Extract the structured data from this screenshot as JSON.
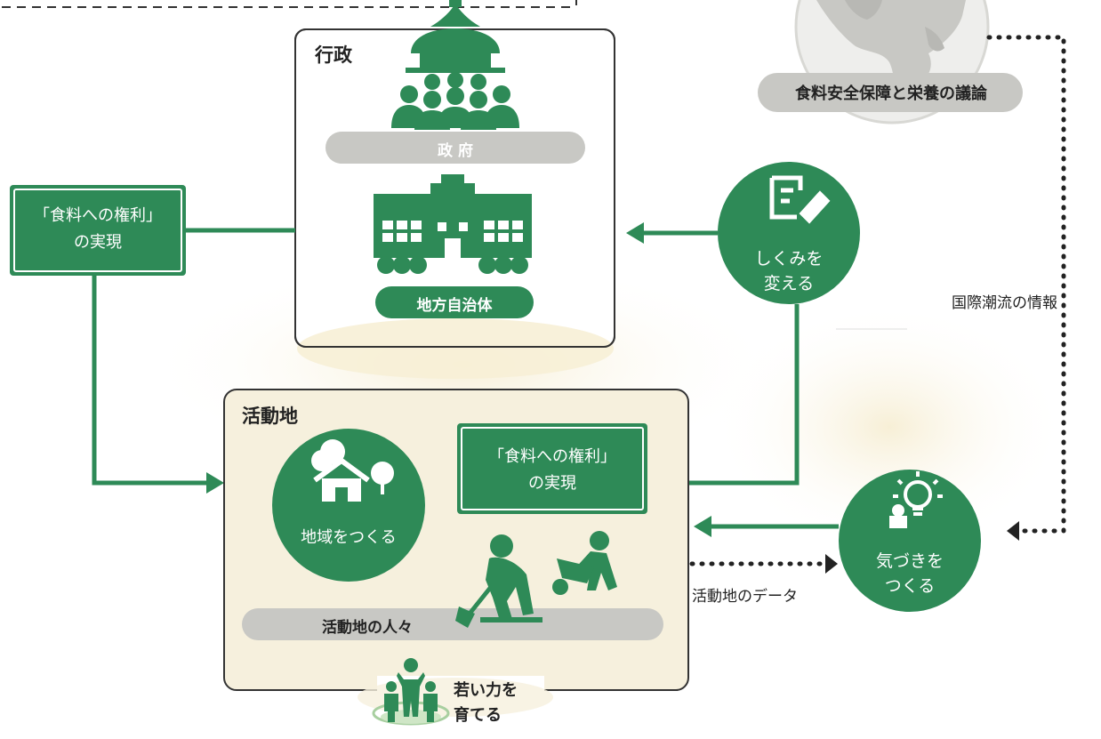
{
  "colors": {
    "green": "#2e8a57",
    "dark_green": "#1f6b41",
    "gray_bar": "#c8c8c4",
    "sand": "#f6f0dd",
    "text": "#222222"
  },
  "global": {
    "topic": "食料安全保障と栄養の議論",
    "icon": "globe-icon"
  },
  "gov_box": {
    "title": "行政",
    "government_label": "政 府",
    "government_icon": "parliament-people-icon",
    "local_label": "地方自治体",
    "local_icon": "town-hall-icon"
  },
  "left_box": {
    "line1": "「食料への権利」",
    "line2": "の実現"
  },
  "system_circle": {
    "line1": "しくみを",
    "line2": "変える",
    "icon": "document-pen-icon"
  },
  "flow_labels": {
    "international_info": "国際潮流の情報",
    "site_data": "活動地のデータ"
  },
  "site_box": {
    "title": "活動地",
    "community_label": "地域をつくる",
    "community_icon": "house-trees-icon",
    "right_box_line1": "「食料への権利」",
    "right_box_line2": "の実現",
    "people_label": "活動地の人々",
    "people_icon": "farmers-working-icon"
  },
  "awareness_circle": {
    "line1": "気づきを",
    "line2": "つくる",
    "icon": "lightbulb-person-icon"
  },
  "youth": {
    "line1": "若い力を",
    "line2": "育てる",
    "icon": "youth-people-icon"
  }
}
